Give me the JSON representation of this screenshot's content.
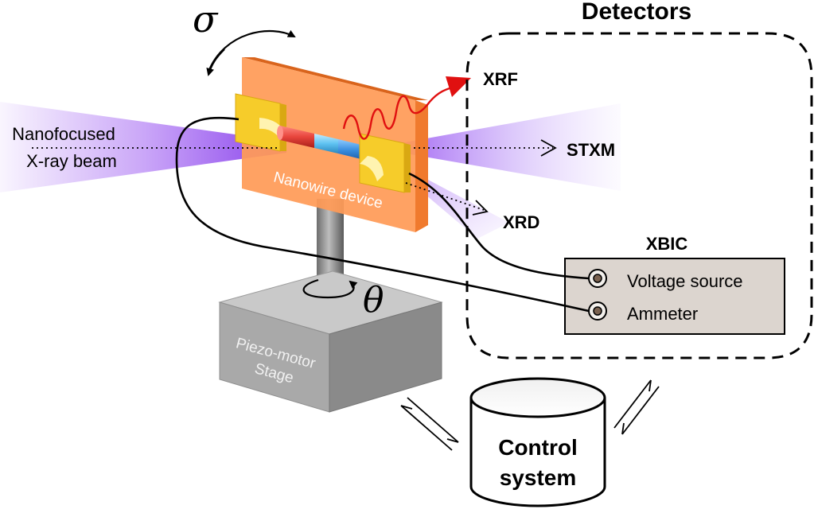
{
  "labels": {
    "beam_line1": "Nanofocused",
    "beam_line2": "X-ray beam",
    "device": "Nanowire device",
    "xrf": "XRF",
    "stxm": "STXM",
    "xrd": "XRD",
    "detectors": "Detectors",
    "xbic": "XBIC",
    "voltage_source": "Voltage source",
    "ammeter": "Ammeter",
    "stage_line1": "Piezo-motor",
    "stage_line2": "Stage",
    "control_line1": "Control",
    "control_line2": "system",
    "sigma": "σ",
    "theta": "θ"
  },
  "colors": {
    "beam": "#8a3bef",
    "device_face": "#ff9b57",
    "device_edge": "#f07a2e",
    "contact": "#f6cc2a",
    "nanowire_red": "#e8453c",
    "nanowire_blue": "#3b8fe0",
    "xrf_arrow": "#e01010",
    "stage_top": "#c9c9c9",
    "stage_front": "#a9a9a9",
    "stage_side": "#8a8a8a",
    "xbic_box": "#dcd5cf"
  },
  "icons": {
    "sigma_rotation": "curved-double-arrow-icon",
    "theta_rotation": "circular-arrow-icon",
    "terminal": "terminal-connector-icon",
    "exchange": "bidirectional-harpoon-icon"
  }
}
